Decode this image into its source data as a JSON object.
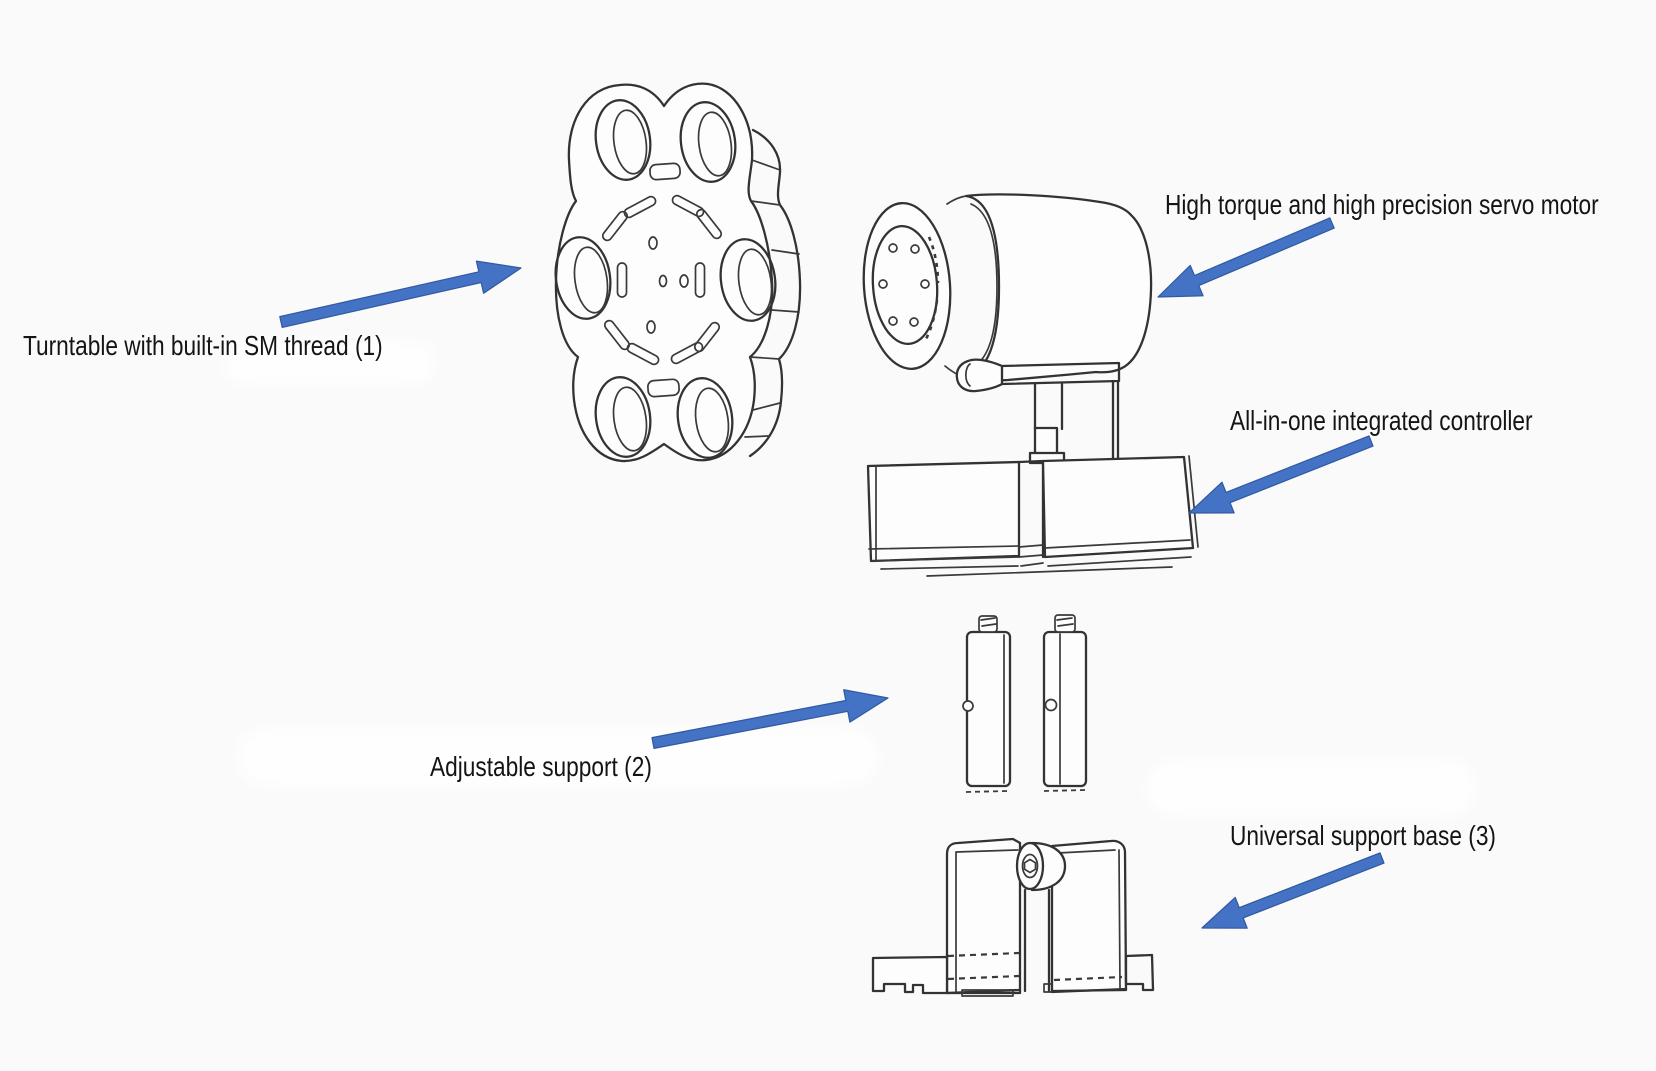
{
  "diagram": {
    "parts": [
      {
        "id": "turntable",
        "label": "Turntable with built-in SM thread (1)"
      },
      {
        "id": "servo-motor",
        "label": "High torque and high precision servo motor"
      },
      {
        "id": "controller",
        "label": "All-in-one integrated controller"
      },
      {
        "id": "adjustable-support",
        "label": "Adjustable support (2)"
      },
      {
        "id": "support-base",
        "label": "Universal support base (3)"
      }
    ],
    "colors": {
      "arrow_fill": "#4472c4",
      "arrow_outline": "#30599f",
      "line_art": "#333333",
      "background": "#fafafa",
      "text": "#141414"
    }
  }
}
